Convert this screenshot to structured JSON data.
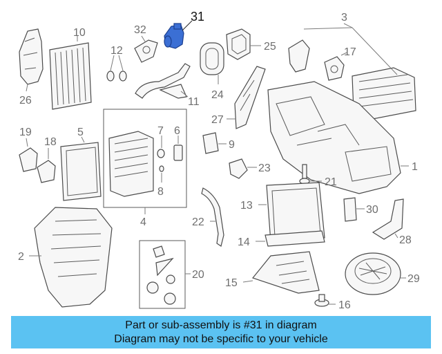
{
  "diagram": {
    "highlighted_part": "31",
    "highlight_color": "#3b6fd4",
    "callouts": [
      "1",
      "2",
      "3",
      "4",
      "5",
      "6",
      "7",
      "8",
      "9",
      "10",
      "11",
      "12",
      "13",
      "14",
      "15",
      "16",
      "17",
      "18",
      "19",
      "20",
      "21",
      "22",
      "23",
      "24",
      "25",
      "26",
      "27",
      "28",
      "29",
      "30",
      "31",
      "32"
    ]
  },
  "banner": {
    "background": "#5bc2f2",
    "line1": "Part or sub-assembly is #31 in diagram",
    "line2": "Diagram may not be specific to your vehicle"
  }
}
